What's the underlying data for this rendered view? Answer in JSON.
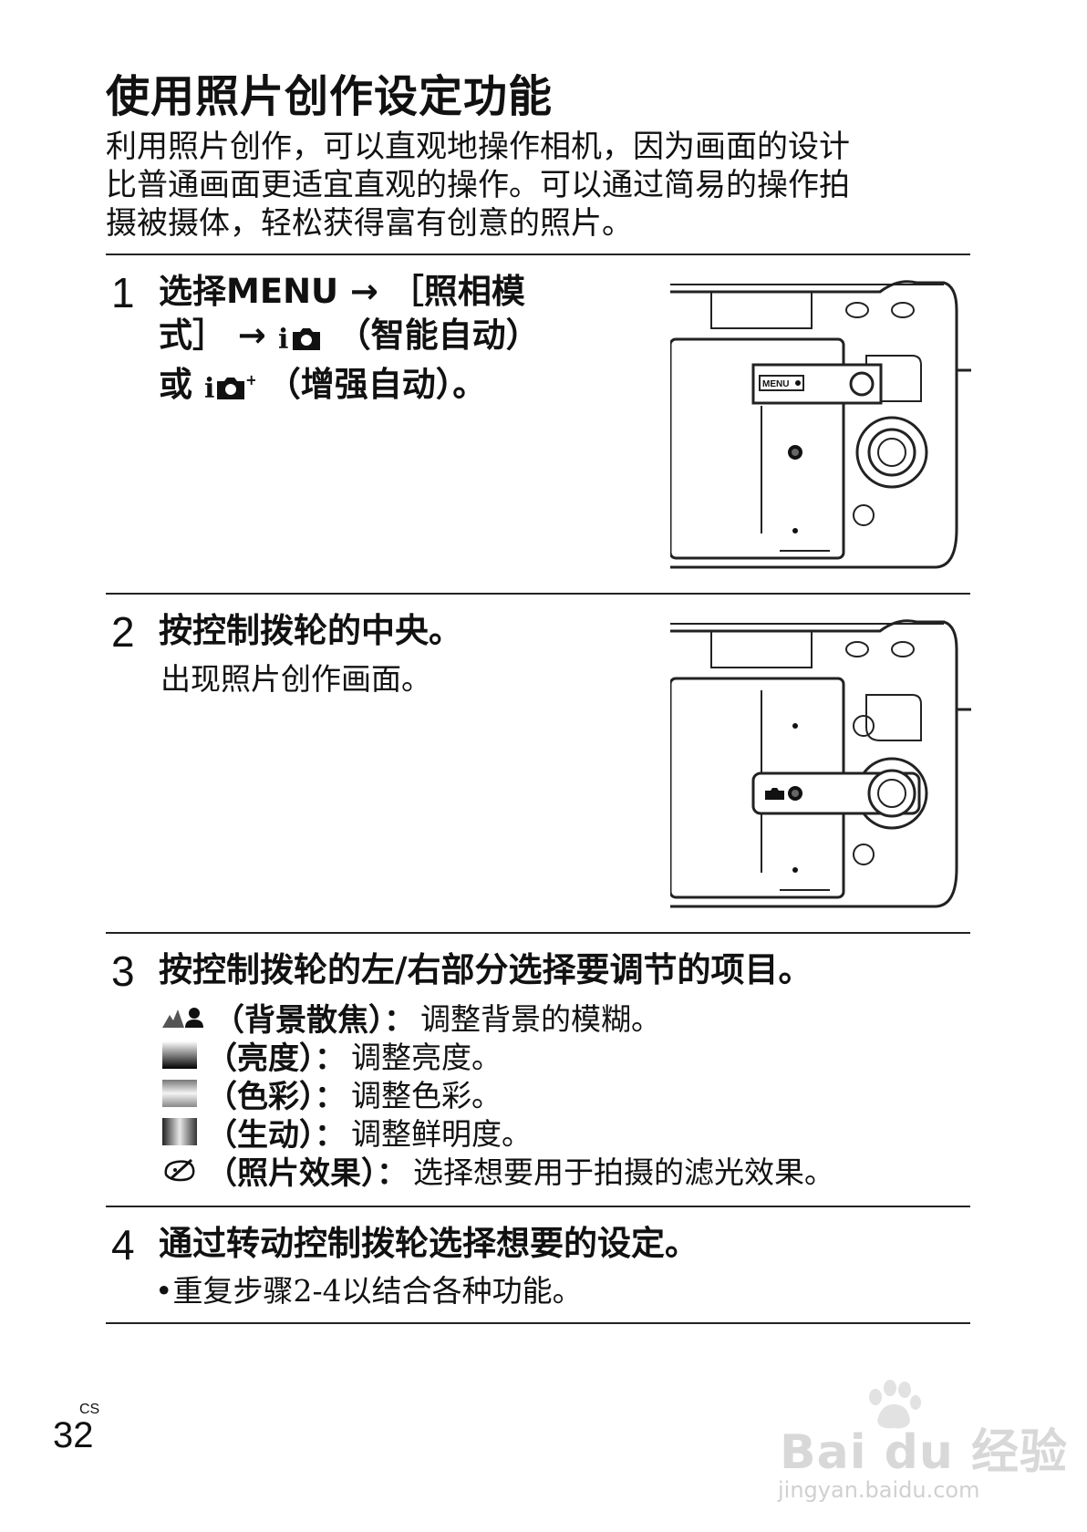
{
  "page": {
    "title": "使用照片创作设定功能",
    "intro_lines": [
      "利用照片创作，可以直观地操作相机，因为画面的设计",
      "比普通画面更适宜直观的操作。可以通过简易的操作拍",
      "摄被摄体，轻松获得富有创意的照片。"
    ]
  },
  "steps": [
    {
      "number": "1",
      "lines": [
        "选择MENU  →  ［照相模",
        "式］ →",
        "或"
      ],
      "line2_tail": "（智能自动）",
      "line3_tail": "（增强自动）。",
      "camera_label": "MENU"
    },
    {
      "number": "2",
      "heading": "按控制拨轮的中央。",
      "sub": "出现照片创作画面。"
    },
    {
      "number": "3",
      "heading": "按控制拨轮的左/右部分选择要调节的项目。",
      "options": [
        {
          "icon": "background-defocus-icon",
          "tag": "（背景散焦）：",
          "desc": "调整背景的模糊。"
        },
        {
          "icon": "brightness-icon",
          "tag": "（亮度）：",
          "desc": "调整亮度。"
        },
        {
          "icon": "color-icon",
          "tag": "（色彩）：",
          "desc": "调整色彩。"
        },
        {
          "icon": "vividness-icon",
          "tag": "（生动）：",
          "desc": "调整鲜明度。"
        },
        {
          "icon": "picture-effect-icon",
          "tag": "（照片效果）：",
          "desc": "选择想要用于拍摄的滤光效果。"
        }
      ]
    },
    {
      "number": "4",
      "heading": "通过转动控制拨轮选择想要的设定。",
      "bullet": "•重复步骤2-4以结合各种功能。"
    }
  ],
  "footer": {
    "lang": "CS",
    "page_number": "32"
  },
  "watermark": {
    "main": "Bai du 经验",
    "sub": "jingyan.baidu.com"
  }
}
